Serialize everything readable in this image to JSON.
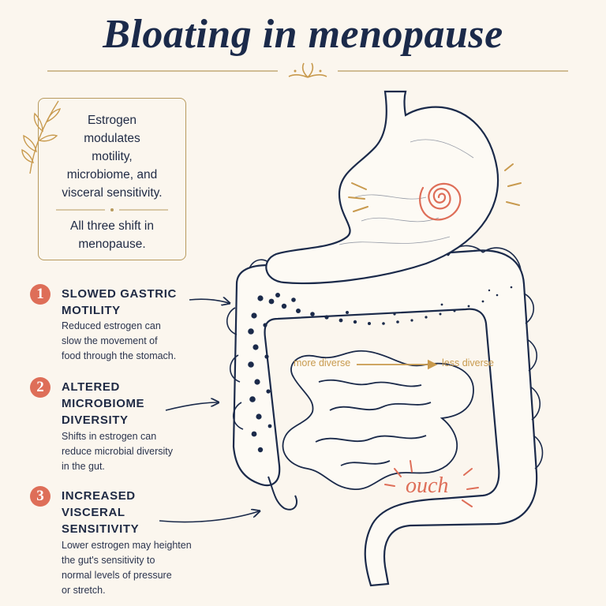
{
  "title": "Bloating in menopause",
  "intro": {
    "lines": [
      "Estrogen",
      "modulates",
      "motility,",
      "microbiome, and",
      "visceral sensitivity."
    ],
    "footer_lines": [
      "All three shift in",
      "menopause."
    ]
  },
  "points": [
    {
      "number": "1",
      "title_lines": [
        "SLOWED GASTRIC",
        "MOTILITY"
      ],
      "body_lines": [
        "Reduced estrogen can",
        "slow the movement of",
        "food through the stomach."
      ]
    },
    {
      "number": "2",
      "title_lines": [
        "ALTERED",
        "MICROBIOME",
        "DIVERSITY"
      ],
      "body_lines": [
        "Shifts in estrogen can",
        "reduce microbial diversity",
        "in the gut."
      ]
    },
    {
      "number": "3",
      "title_lines": [
        "INCREASED",
        "VISCERAL",
        "SENSITIVITY"
      ],
      "body_lines": [
        "Lower estrogen may heighten",
        "the gut's sensitivity to",
        "normal levels of pressure",
        "or stretch."
      ]
    }
  ],
  "diagram": {
    "diversity_left_label": "more diverse",
    "diversity_right_label": "less diverse",
    "pain_label": "ouch"
  },
  "colors": {
    "navy": "#1b2a4a",
    "accent": "#de6e58",
    "gold": "#c89a4e",
    "background": "#fbf6ee"
  }
}
